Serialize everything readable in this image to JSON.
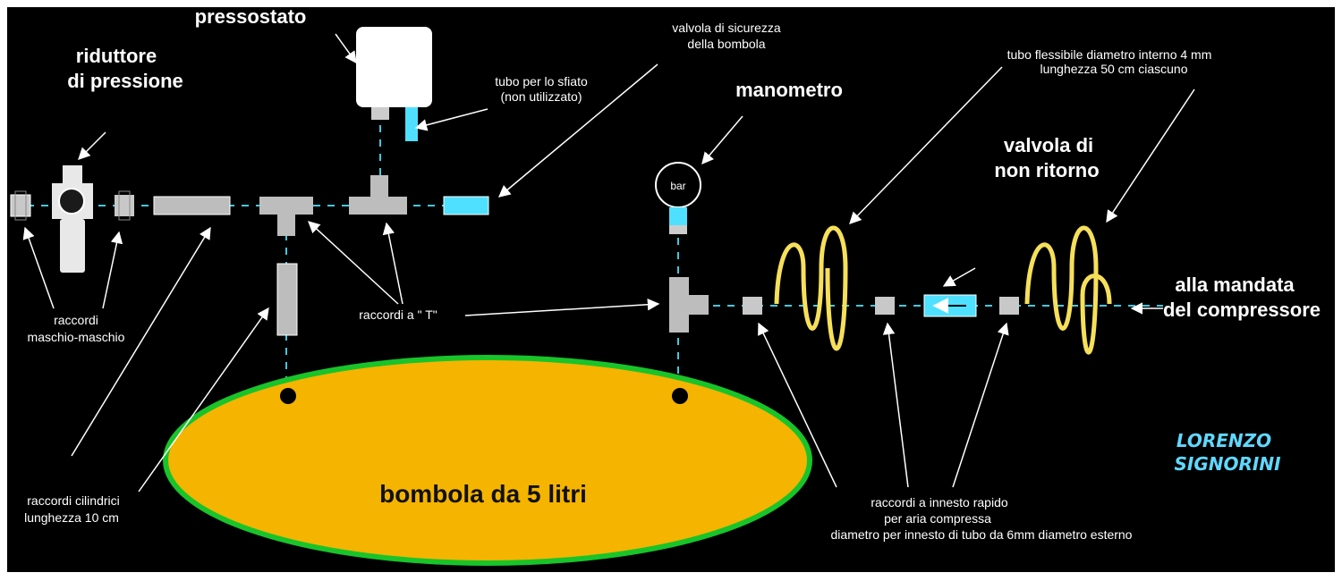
{
  "labels": {
    "pressostato": "pressostato",
    "riduttore_1": "riduttore",
    "riduttore_2": "di pressione",
    "sfiato_1": "tubo per lo sfiato",
    "sfiato_2": "(non utilizzato)",
    "valvola_sicurezza_1": "valvola di sicurezza",
    "valvola_sicurezza_2": "della bombola",
    "manometro": "manometro",
    "bar": "bar",
    "tubo_flessibile_1": "tubo flessibile diametro interno 4 mm",
    "tubo_flessibile_2": "lunghezza 50 cm ciascuno",
    "non_ritorno_1": "valvola di",
    "non_ritorno_2": "non ritorno",
    "mandata_1": "alla mandata",
    "mandata_2": "del compressore",
    "maschio_1": "raccordi",
    "maschio_2": "maschio-maschio",
    "raccordi_t": "raccordi a \" T\"",
    "cilindrici_1": "raccordi cilindrici",
    "cilindrici_2": "lunghezza 10 cm",
    "bombola": "bombola da 5 litri",
    "innesto_1": "raccordi a innesto rapido",
    "innesto_2": "per aria compressa",
    "innesto_3": "diametro per innesto di  tubo da 6mm diametro esterno",
    "author_1": "LORENZO",
    "author_2": "SIGNORINI"
  },
  "colors": {
    "background": "#000000",
    "tank_fill": "#f5b400",
    "tank_border": "#18c42a",
    "hose": "#f6e05a",
    "fitting": "#c8c8c8",
    "cyan_part": "#4fe0ff",
    "signature": "#5fd8ff"
  }
}
